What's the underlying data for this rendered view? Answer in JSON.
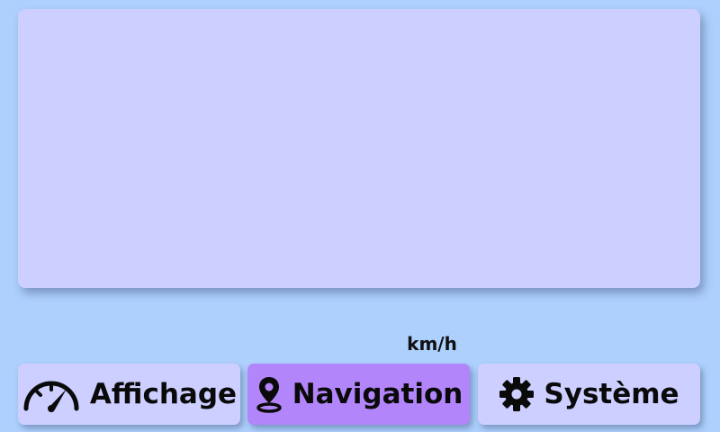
{
  "dashboard": {
    "speed_unit": "km/h"
  },
  "nav": {
    "items": [
      {
        "label": "Affichage",
        "icon": "speedometer-icon",
        "active": false
      },
      {
        "label": "Navigation",
        "icon": "map-pin-icon",
        "active": true
      },
      {
        "label": "Système",
        "icon": "gear-icon",
        "active": false
      }
    ]
  },
  "colors": {
    "background": "#aed0fd",
    "panel": "#cccfff",
    "active_tab": "#b385fb",
    "text": "#0a0a0a"
  }
}
